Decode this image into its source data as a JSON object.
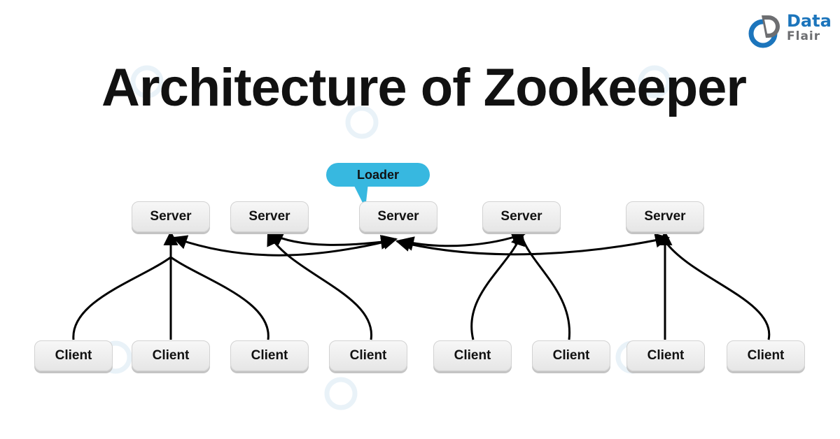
{
  "logo": {
    "line1": "Data",
    "line2": "Flair"
  },
  "title": "Architecture of Zookeeper",
  "leader_label": "Loader",
  "servers": [
    {
      "label": "Server"
    },
    {
      "label": "Server"
    },
    {
      "label": "Server"
    },
    {
      "label": "Server"
    },
    {
      "label": "Server"
    }
  ],
  "clients": [
    {
      "label": "Client"
    },
    {
      "label": "Client"
    },
    {
      "label": "Client"
    },
    {
      "label": "Client"
    },
    {
      "label": "Client"
    },
    {
      "label": "Client"
    },
    {
      "label": "Client"
    },
    {
      "label": "Client"
    }
  ],
  "colors": {
    "leader_bubble": "#37b8e0",
    "logo_blue": "#1c75bc"
  }
}
